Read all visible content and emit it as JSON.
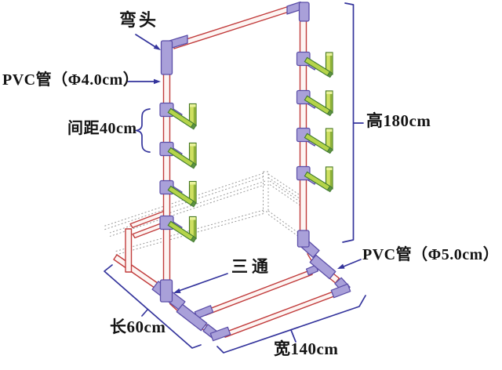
{
  "diagram": {
    "type": "isometric-assembly-diagram",
    "subject": "PVC pipe rack with hooks",
    "labels": {
      "elbow": "弯头",
      "pipe_small_pre": "PVC管（",
      "pipe_small_phi": "Φ",
      "pipe_small_post": "4.0cm）",
      "spacing": "间距40cm",
      "height": "高180cm",
      "tee": "三通",
      "pipe_large_pre": "PVC管（",
      "pipe_large_phi": "Φ",
      "pipe_large_post": "5.0cm）",
      "depth": "长60cm",
      "width": "宽140cm"
    },
    "dimensions": {
      "height_cm": 180,
      "width_cm": 140,
      "depth_cm": 60,
      "hook_spacing_cm": 40,
      "small_pipe_diameter_cm": 4.0,
      "large_pipe_diameter_cm": 5.0
    },
    "structure": {
      "uprights": 2,
      "hooks_per_upright": 4
    },
    "colors": {
      "background": "#ffffff",
      "pipe_outline": "#c13c3c",
      "pipe_fill": "#fdf5f3",
      "fitting_fill": "#a9a0d9",
      "fitting_edge": "#5b4ea8",
      "hook_fill": "#b5d44a",
      "hook_stub_fill": "#cfe061",
      "hook_edge": "#3f7a2e",
      "annotation": "#34349c",
      "hidden_line": "#9a9a9a",
      "text": "#141414"
    }
  }
}
